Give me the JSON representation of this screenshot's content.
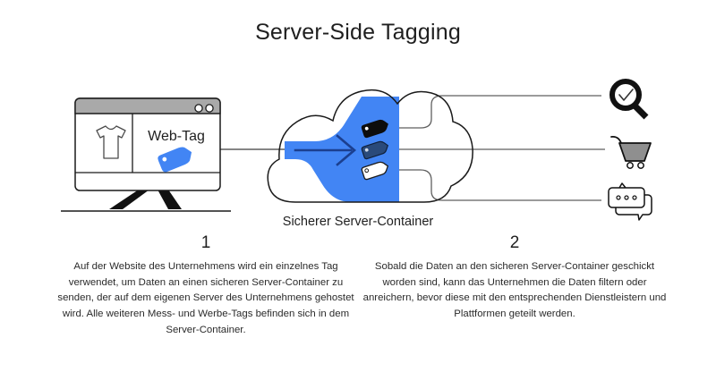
{
  "page": {
    "title": "Server-Side Tagging",
    "background_color": "#ffffff"
  },
  "colors": {
    "accent_blue": "#4285F4",
    "tag_black": "#0d0d0d",
    "tag_dark_blue": "#2a4a7a",
    "tag_white": "#ffffff",
    "line": "#5f5f5f",
    "outline": "#1a1a1a",
    "titlebar_gray": "#a9a9a9",
    "cart_gray": "#8f8f8f",
    "text": "#1f1f1f"
  },
  "browser_window": {
    "name": "website-mockup",
    "titlebar": {
      "buttons": [
        "window-circle-1",
        "window-circle-2"
      ]
    },
    "left_panel": {
      "icon": "t-shirt-icon"
    },
    "right_panel": {
      "label": "Web-Tag",
      "icon": "blue-tag-icon"
    }
  },
  "cloud": {
    "name": "secure-server-cloud",
    "caption": "Sicherer Server-Container",
    "arrow": "data-flow-arrow",
    "tags": [
      {
        "name": "tag-black",
        "color": "#0d0d0d"
      },
      {
        "name": "tag-dark-blue",
        "color": "#2a4a7a"
      },
      {
        "name": "tag-white",
        "color": "#ffffff"
      }
    ]
  },
  "destinations": [
    {
      "name": "search-analytics-icon",
      "label": "magnifier-check-icon"
    },
    {
      "name": "shopping-cart-icon",
      "label": "cart-icon"
    },
    {
      "name": "chat-bubbles-icon",
      "label": "message-icon"
    }
  ],
  "steps": [
    {
      "number": "1",
      "text": "Auf der Website des Unternehmens wird ein einzelnes Tag verwendet, um Daten an einen sicheren Server-Container zu senden, der auf dem eigenen Server des Unternehmens gehostet wird. Alle weiteren Mess- und Werbe-Tags befinden sich in dem Server-Container."
    },
    {
      "number": "2",
      "text": "Sobald die Daten an den sicheren Server-Container geschickt worden sind, kann das Unternehmen die Daten filtern oder anreichern, bevor diese mit den entsprechenden Dienstleistern und Plattformen geteilt werden."
    }
  ]
}
